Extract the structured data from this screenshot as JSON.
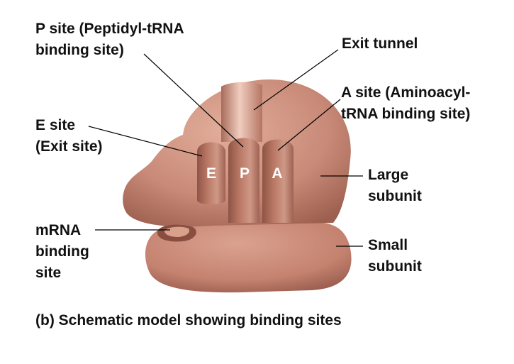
{
  "labels": {
    "p_site": {
      "line1": "P site (Peptidyl-tRNA",
      "line2": "binding site)"
    },
    "exit_tunnel": "Exit tunnel",
    "a_site": {
      "line1": "A site (Aminoacyl-",
      "line2": "tRNA binding site)"
    },
    "e_site": {
      "line1": "E site",
      "line2": "(Exit site)"
    },
    "large_subunit": {
      "line1": "Large",
      "line2": "subunit"
    },
    "mrna_site": {
      "line1": "mRNA",
      "line2": "binding",
      "line3": "site"
    },
    "small_subunit": {
      "line1": "Small",
      "line2": "subunit"
    }
  },
  "site_letters": {
    "e": "E",
    "p": "P",
    "a": "A"
  },
  "caption": "(b) Schematic model showing binding sites",
  "colors": {
    "ribosome_base": "#c98a78",
    "ribosome_shadow": "#9c5e4e",
    "ribosome_highlight": "#e6b6a4",
    "leader_line": "#000000",
    "text": "#111111"
  }
}
